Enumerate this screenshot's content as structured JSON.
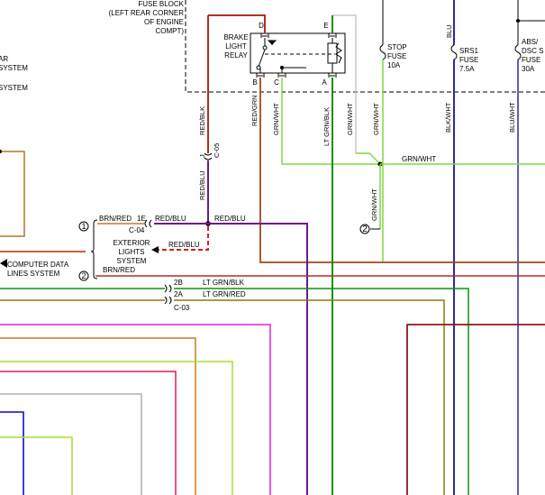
{
  "fuse_block": {
    "line1": "FUSE BLOCK",
    "line2": "(LEFT REAR CORNER",
    "line3": "OF ENGINE",
    "line4": "COMPT)"
  },
  "left_edge_text": [
    "AR",
    "SYSTEM",
    "SYSTEM"
  ],
  "relay": {
    "name_line1": "BRAKE",
    "name_line2": "LIGHT",
    "name_line3": "RELAY",
    "pin_d": "D",
    "pin_e": "E",
    "pin_b": "B",
    "pin_c": "C",
    "pin_a": "A"
  },
  "fuses": {
    "stop": {
      "line1": "STOP",
      "line2": "FUSE",
      "line3": "10A"
    },
    "srs": {
      "line1": "SRS1",
      "line2": "FUSE",
      "line3": "7.5A"
    },
    "abs": {
      "line1": "ABS/",
      "line2": "DSC S",
      "line3": "FUSE",
      "line4": "30A"
    }
  },
  "wires": {
    "blu": "BLU",
    "red_blk": "RED/BLK",
    "red_grn": "RED/GRN",
    "grn_wht": "GRN/WHT",
    "lt_grn_blk": "LT GRN/BLK",
    "blk_wht": "BLK/WHT",
    "blu_wht": "BLU/WHT",
    "red_blu": "RED/BLU",
    "brn_red": "BRN/RED",
    "lt_grn_red": "LT GRN/RED"
  },
  "connectors": {
    "j": "J",
    "c05": "C-05",
    "e1": "1E",
    "c04": "C-04",
    "b2": "2B",
    "a2": "2A",
    "c03": "C-03"
  },
  "markers": {
    "one": "1",
    "two": "2"
  },
  "systems": {
    "exterior_line1": "EXTERIOR",
    "exterior_line2": "LIGHTS",
    "exterior_line3": "SYSTEM",
    "computer_line1": "COMPUTER DATA",
    "computer_line2": "LINES SYSTEM"
  },
  "colors": {
    "red": "#b03020",
    "dark_red": "#8b1a1a",
    "green": "#109010",
    "light_green": "#80d840",
    "purple": "#6a1a8a",
    "blue": "#2a2aa0",
    "olive": "#8a7a10",
    "magenta": "#e020d0",
    "orange": "#c87820",
    "lime": "#a0e030",
    "crimson": "#d82050",
    "brown": "#a04818",
    "gray": "#c8c8c8"
  }
}
